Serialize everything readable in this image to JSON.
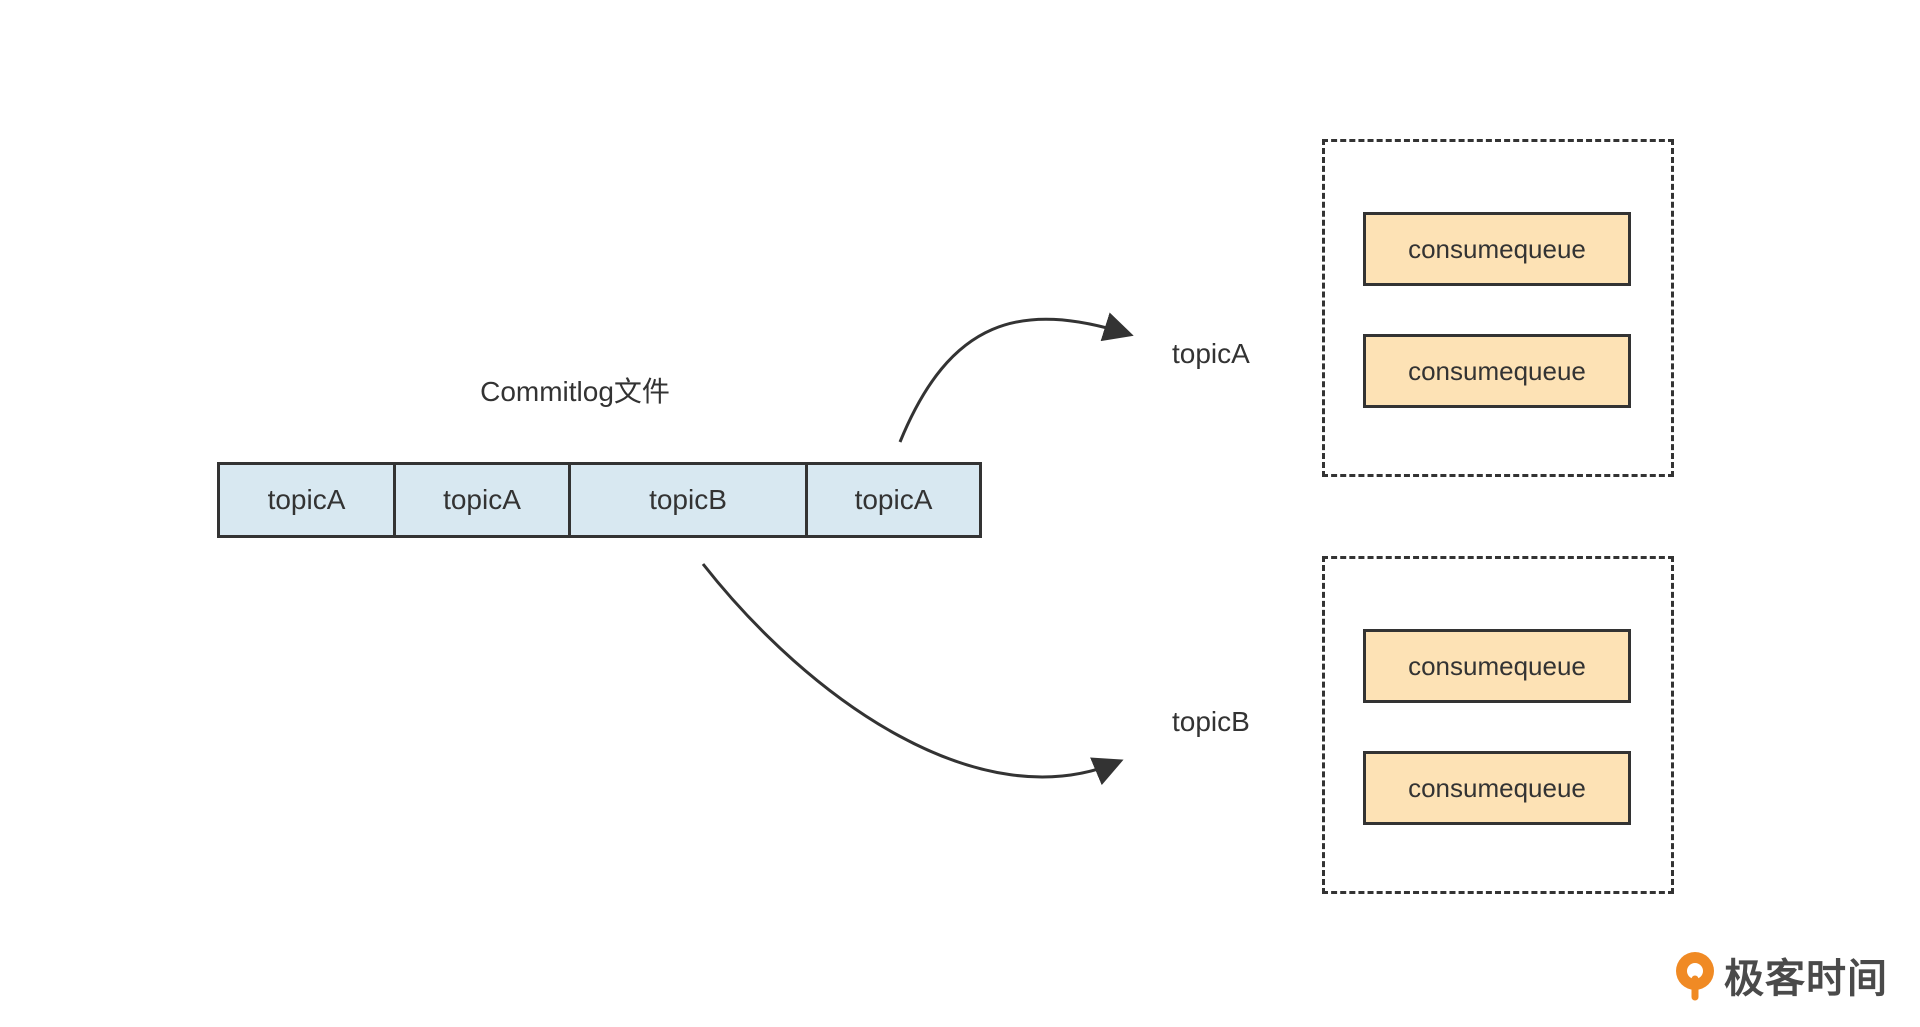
{
  "commitlog": {
    "title": "Commitlog文件",
    "segments": [
      "topicA",
      "topicA",
      "topicB",
      "topicA"
    ]
  },
  "topics": [
    {
      "label": "topicA",
      "queues": [
        "consumequeue",
        "consumequeue"
      ]
    },
    {
      "label": "topicB",
      "queues": [
        "consumequeue",
        "consumequeue"
      ]
    }
  ],
  "brand": {
    "text": "极客时间"
  },
  "colors": {
    "commitlog_fill": "#d8e8f1",
    "queue_fill": "#fde2b5",
    "stroke": "#333333",
    "brand_orange": "#f08a24"
  }
}
